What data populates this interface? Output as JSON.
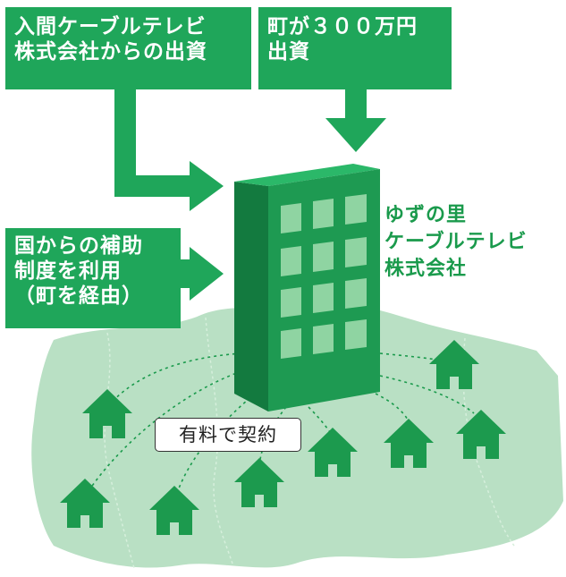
{
  "boxes": {
    "investment_cable": [
      "入間ケーブルテレビ",
      "株式会社からの出資"
    ],
    "investment_town": [
      "町が３００万円",
      "出資"
    ],
    "subsidy": [
      "国からの補助",
      "制度を利用",
      "（町を経由）"
    ]
  },
  "company": [
    "ゆずの里",
    "ケーブルテレビ",
    "株式会社"
  ],
  "contract_label": "有料で契約",
  "colors": {
    "box": "#1fa65a",
    "arrow": "#1fa65a",
    "building_front": "#1e9a52",
    "building_side": "#137a3f",
    "building_top": "#2bb869",
    "window": "#8fd4a2",
    "land": "#b9e0c4",
    "house": "#1c9a4e",
    "company_text": "#1a9a4c"
  }
}
